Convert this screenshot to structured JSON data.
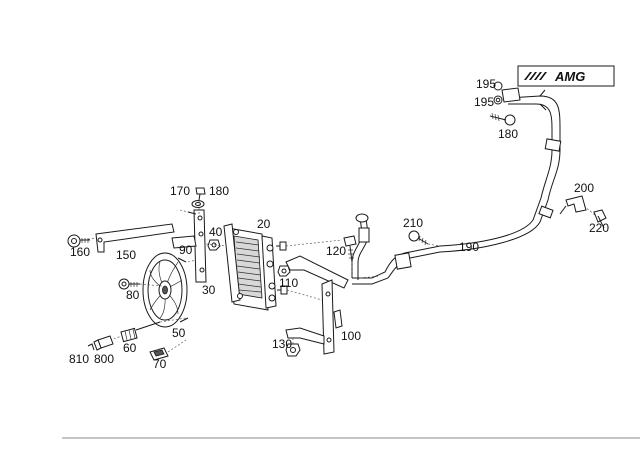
{
  "logo": {
    "text": "AMG"
  },
  "callouts": [
    {
      "id": "195a",
      "label": "195"
    },
    {
      "id": "195b",
      "label": "195"
    },
    {
      "id": "180a",
      "label": "180"
    },
    {
      "id": "200",
      "label": "200"
    },
    {
      "id": "220",
      "label": "220"
    },
    {
      "id": "170",
      "label": "170"
    },
    {
      "id": "180b",
      "label": "180"
    },
    {
      "id": "20",
      "label": "20"
    },
    {
      "id": "210",
      "label": "210"
    },
    {
      "id": "190",
      "label": "190"
    },
    {
      "id": "40",
      "label": "40"
    },
    {
      "id": "90",
      "label": "90"
    },
    {
      "id": "160",
      "label": "160"
    },
    {
      "id": "150",
      "label": "150"
    },
    {
      "id": "120",
      "label": "120"
    },
    {
      "id": "110",
      "label": "110"
    },
    {
      "id": "80",
      "label": "80"
    },
    {
      "id": "30",
      "label": "30"
    },
    {
      "id": "50",
      "label": "50"
    },
    {
      "id": "100",
      "label": "100"
    },
    {
      "id": "130",
      "label": "130"
    },
    {
      "id": "60",
      "label": "60"
    },
    {
      "id": "810",
      "label": "810"
    },
    {
      "id": "800",
      "label": "800"
    },
    {
      "id": "70",
      "label": "70"
    }
  ]
}
